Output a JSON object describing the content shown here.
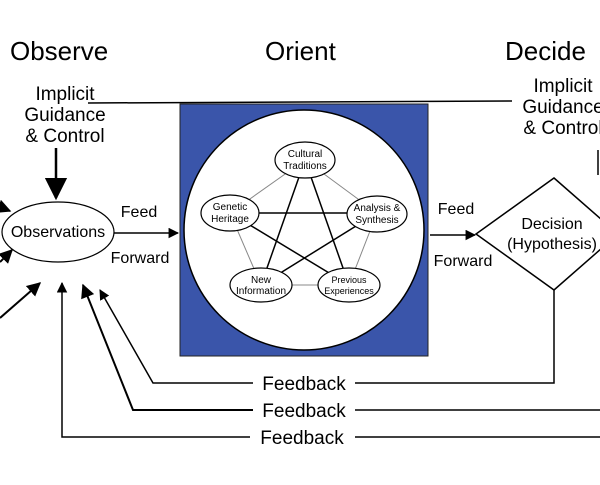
{
  "phases": {
    "observe": "Observe",
    "orient": "Orient",
    "decide": "Decide"
  },
  "implicit_left": [
    "Implicit",
    "Guidance",
    "& Control"
  ],
  "implicit_right": [
    "Implicit",
    "Guidance",
    "& Control"
  ],
  "observations": "Observations",
  "feed_forward_1": [
    "Feed",
    "Forward"
  ],
  "feed_forward_2": [
    "Feed",
    "Forward"
  ],
  "orient_nodes": {
    "cultural": [
      "Cultural",
      "Traditions"
    ],
    "analysis": [
      "Analysis &",
      "Synthesis"
    ],
    "previous": [
      "Previous",
      "Experiences"
    ],
    "new_info": [
      "New",
      "Information"
    ],
    "genetic": [
      "Genetic",
      "Heritage"
    ]
  },
  "decision": [
    "Decision",
    "(Hypothesis)"
  ],
  "feedback_labels": [
    "Feedback",
    "Feedback",
    "Feedback"
  ],
  "colors": {
    "orient_box": "#3a55aa",
    "line": "#000000",
    "background": "#ffffff"
  }
}
